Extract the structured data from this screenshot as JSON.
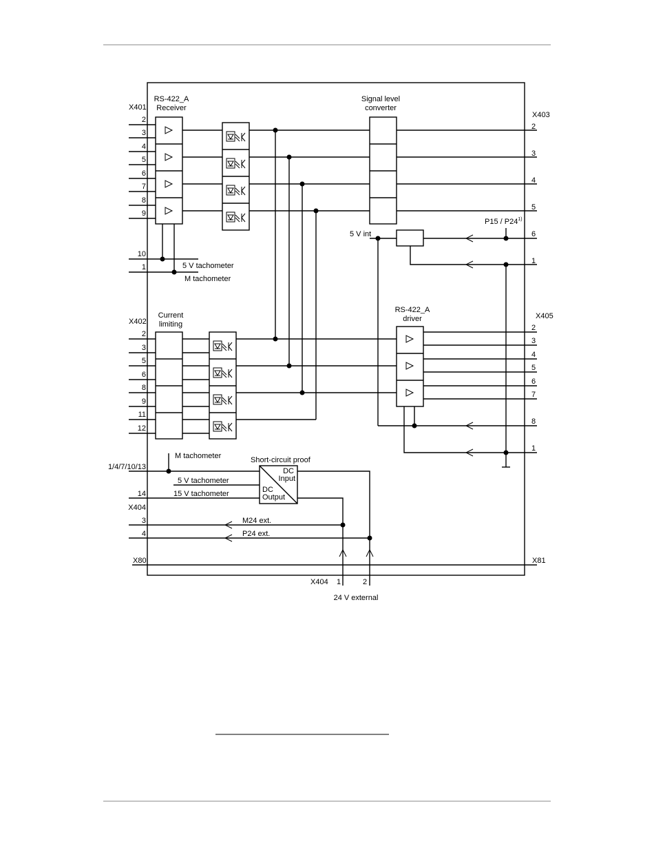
{
  "labels": {
    "x401": "X401",
    "rs422_receiver_line1": "RS-422_A",
    "rs422_receiver_line2": "Receiver",
    "signal_level_line1": "Signal level",
    "signal_level_line2": "converter",
    "x403": "X403",
    "five_v_int": "5 V int",
    "p15_p24": "P15 / P24",
    "footnote_mark": "1)",
    "five_v_tacho_1": "5 V tachometer",
    "m_tacho_1": "M tachometer",
    "x402": "X402",
    "current_limiting_line1": "Current",
    "current_limiting_line2": "limiting",
    "rs422_driver_line1": "RS-422_A",
    "rs422_driver_line2": "driver",
    "x405": "X405",
    "m_tacho_2": "M tachometer",
    "short_circuit": "Short-circuit proof",
    "pins_combined": "1/4/7/10/13",
    "dc_input_dc": "DC",
    "dc_input": "Input",
    "dc_output_dc": "DC",
    "dc_output": "Output",
    "five_v_tacho_2": "5 V tachometer",
    "fifteen_v_tacho": "15 V tachometer",
    "x404_left": "X404",
    "m24_ext": "M24 ext.",
    "p24_ext": "P24 ext.",
    "x80": "X80",
    "x81": "X81",
    "x404_bottom": "X404",
    "twentyfour_v_ext": "24 V external"
  },
  "pins": {
    "x401": [
      "2",
      "3",
      "4",
      "5",
      "6",
      "7",
      "8",
      "9"
    ],
    "x401_supply": [
      "10",
      "1"
    ],
    "x403": [
      "2",
      "3",
      "4",
      "5",
      "6",
      "1"
    ],
    "x402": [
      "2",
      "3",
      "5",
      "6",
      "8",
      "9",
      "11",
      "12"
    ],
    "x405": [
      "2",
      "3",
      "4",
      "5",
      "6",
      "7",
      "8",
      "1"
    ],
    "x404_left": [
      "14",
      "3",
      "4"
    ],
    "x404_bottom": [
      "1",
      "2"
    ]
  }
}
